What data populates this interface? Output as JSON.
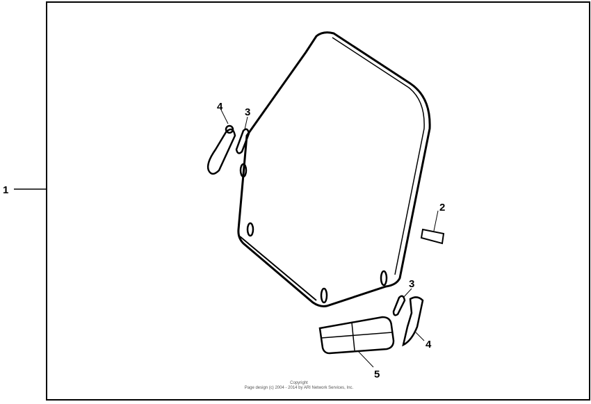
{
  "diagram": {
    "callouts": {
      "assembly": "1",
      "part2": "2",
      "part3_upper": "3",
      "part3_lower": "3",
      "part4_upper": "4",
      "part4_lower": "4",
      "part5": "5"
    },
    "copyright_title": "Copyright",
    "copyright_text": "Page design (c) 2004 - 2014 by ARI Network Services, Inc."
  }
}
